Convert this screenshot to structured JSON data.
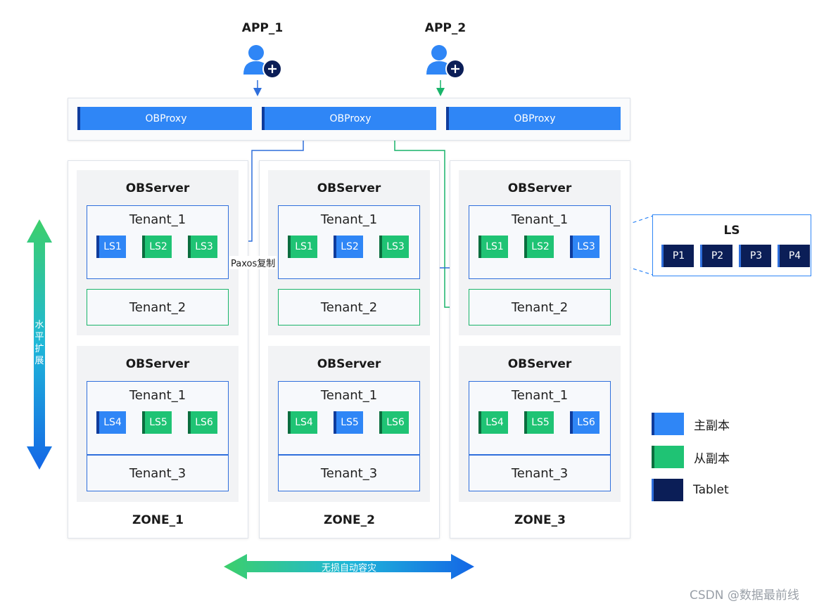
{
  "apps": [
    {
      "label": "APP_1",
      "icon": "user-add-icon"
    },
    {
      "label": "APP_2",
      "icon": "user-add-icon"
    }
  ],
  "obproxies": [
    "OBProxy",
    "OBProxy",
    "OBProxy"
  ],
  "zones": [
    {
      "label": "ZONE_1",
      "servers": [
        {
          "title": "OBServer",
          "tenant_a": {
            "title": "Tenant_1",
            "ls": [
              {
                "name": "LS1",
                "role": "leader"
              },
              {
                "name": "LS2",
                "role": "follower"
              },
              {
                "name": "LS3",
                "role": "follower"
              }
            ]
          },
          "tenant_b": {
            "title": "Tenant_2",
            "style": "green"
          }
        },
        {
          "title": "OBServer",
          "tenant_a": {
            "title": "Tenant_1",
            "ls": [
              {
                "name": "LS4",
                "role": "leader"
              },
              {
                "name": "LS5",
                "role": "follower"
              },
              {
                "name": "LS6",
                "role": "follower"
              }
            ]
          },
          "tenant_b": {
            "title": "Tenant_3",
            "style": "blue"
          }
        }
      ]
    },
    {
      "label": "ZONE_2",
      "servers": [
        {
          "title": "OBServer",
          "tenant_a": {
            "title": "Tenant_1",
            "ls": [
              {
                "name": "LS1",
                "role": "follower"
              },
              {
                "name": "LS2",
                "role": "leader"
              },
              {
                "name": "LS3",
                "role": "follower"
              }
            ]
          },
          "tenant_b": {
            "title": "Tenant_2",
            "style": "green"
          }
        },
        {
          "title": "OBServer",
          "tenant_a": {
            "title": "Tenant_1",
            "ls": [
              {
                "name": "LS4",
                "role": "follower"
              },
              {
                "name": "LS5",
                "role": "leader"
              },
              {
                "name": "LS6",
                "role": "follower"
              }
            ]
          },
          "tenant_b": {
            "title": "Tenant_3",
            "style": "blue"
          }
        }
      ]
    },
    {
      "label": "ZONE_3",
      "servers": [
        {
          "title": "OBServer",
          "tenant_a": {
            "title": "Tenant_1",
            "ls": [
              {
                "name": "LS1",
                "role": "follower"
              },
              {
                "name": "LS2",
                "role": "follower"
              },
              {
                "name": "LS3",
                "role": "leader"
              }
            ]
          },
          "tenant_b": {
            "title": "Tenant_2",
            "style": "green"
          }
        },
        {
          "title": "OBServer",
          "tenant_a": {
            "title": "Tenant_1",
            "ls": [
              {
                "name": "LS4",
                "role": "follower"
              },
              {
                "name": "LS5",
                "role": "follower"
              },
              {
                "name": "LS6",
                "role": "leader"
              }
            ]
          },
          "tenant_b": {
            "title": "Tenant_3",
            "style": "blue"
          }
        }
      ]
    }
  ],
  "paxos_label": "Paxos复制",
  "ls_detail": {
    "title": "LS",
    "tablets": [
      "P1",
      "P2",
      "P3",
      "P4"
    ]
  },
  "legend": [
    {
      "label": "主副本",
      "color": "#2f86f6"
    },
    {
      "label": "从副本",
      "color": "#1fc374"
    },
    {
      "label": "Tablet",
      "color": "#0b1e57"
    }
  ],
  "vertical_arrow_label": "水平扩展",
  "horizontal_arrow_label": "无损自动容灾",
  "watermark": "CSDN @数据最前线",
  "colors": {
    "leader": "#2f86f6",
    "follower": "#1fc374",
    "tablet": "#0b1e57",
    "app1_arrow": "#2f6fdc",
    "app2_arrow": "#19b46a"
  }
}
